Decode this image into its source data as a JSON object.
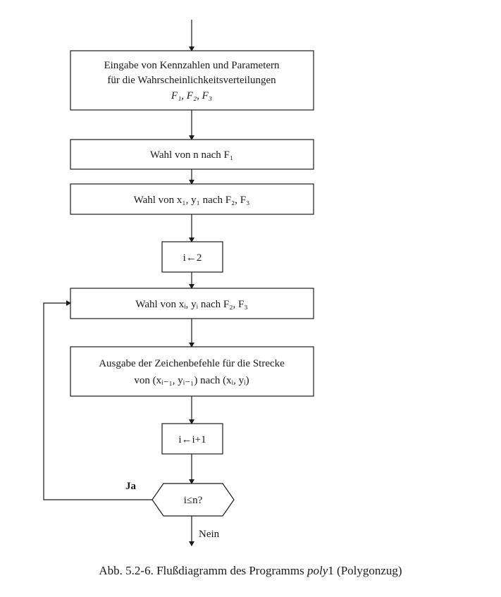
{
  "boxes": {
    "input": {
      "line1": "Eingabe von Kennzahlen und Parametern",
      "line2": "für die Wahrscheinlichkeitsverteilungen",
      "line3": "F₁, F₂, F₃"
    },
    "choose_n": "Wahl von n nach F₁",
    "choose_x1y1": "Wahl von x₁, y₁ nach F₂, F₃",
    "init_i": "i←2",
    "choose_xiyi": "Wahl von xᵢ, yᵢ nach F₂, F₃",
    "output": {
      "line1": "Ausgabe der Zeichenbefehle für die Strecke",
      "line2": "von (xᵢ₋₁, yᵢ₋₁) nach (xᵢ, yᵢ)"
    },
    "increment": "i←i+1",
    "decision": "i≤n?"
  },
  "labels": {
    "yes": "Ja",
    "no": "Nein"
  },
  "caption": {
    "prefix": "Abb. 5.2-6. Flußdiagramm des Programms ",
    "program": "poly",
    "program_suffix": "1",
    "suffix": " (Polygonzug)"
  }
}
